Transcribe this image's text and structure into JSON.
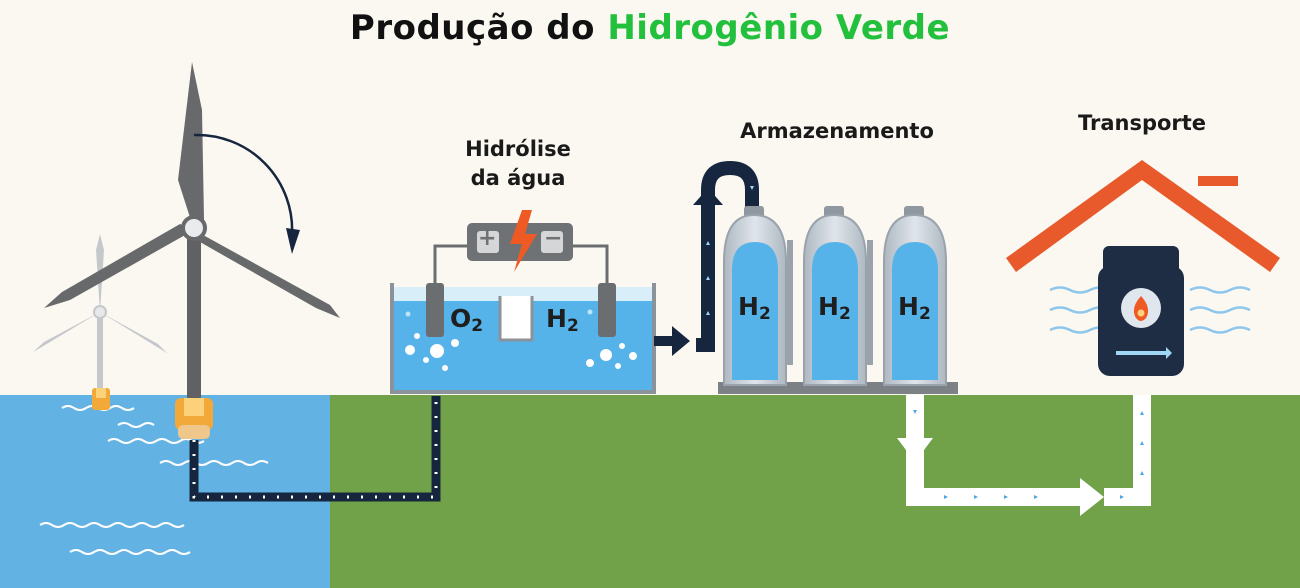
{
  "title": {
    "prefix": "Produção do",
    "highlight": "Hidrogênio Verde"
  },
  "labels": {
    "electrolysis_line1": "Hidrólise",
    "electrolysis_line2": "da água",
    "storage": "Armazenamento",
    "transport": "Transporte"
  },
  "chemicals": {
    "oxygen_symbol": "O",
    "oxygen_sub": "2",
    "hydrogen_symbol": "H",
    "hydrogen_sub": "2",
    "tanks": [
      {
        "symbol": "H",
        "sub": "2"
      },
      {
        "symbol": "H",
        "sub": "2"
      },
      {
        "symbol": "H",
        "sub": "2"
      }
    ]
  },
  "battery": {
    "plus": "+",
    "minus": "−"
  },
  "colors": {
    "sky": "#fbf8f1",
    "sea": "#63b2e4",
    "land": "#71a24a",
    "water": "#4fb0e3",
    "pipe": "#16263f",
    "tank": "#c8d2dc",
    "tank_fill": "#55b3ea",
    "roof": "#e85a2c",
    "title_green": "#22c03c",
    "bolt": "#ef5a24"
  },
  "icons": [
    "wind-turbine-icon",
    "battery-icon",
    "lightning-bolt-icon",
    "hydrogen-tank-icon",
    "house-icon",
    "flame-icon",
    "heat-wave-icon",
    "arrow-icon"
  ]
}
